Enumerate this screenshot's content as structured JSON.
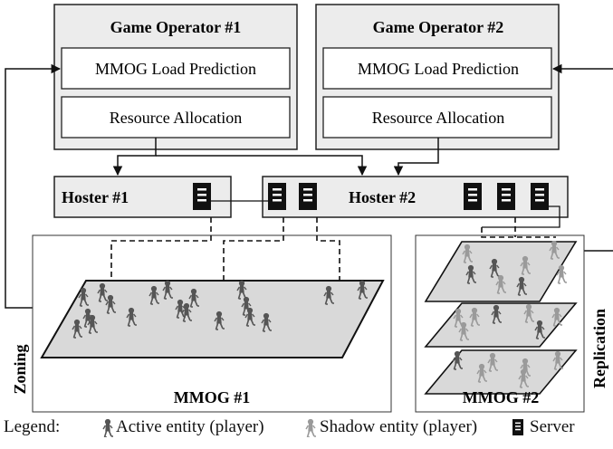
{
  "operators": [
    {
      "title": "Game Operator #1",
      "prediction": "MMOG Load Prediction",
      "allocation": "Resource Allocation"
    },
    {
      "title": "Game Operator #2",
      "prediction": "MMOG Load Prediction",
      "allocation": "Resource Allocation"
    }
  ],
  "hosters": [
    "Hoster #1",
    "Hoster #2"
  ],
  "mmogs": [
    {
      "label": "MMOG #1",
      "side_label": "Zoning"
    },
    {
      "label": "MMOG #2",
      "side_label": "Replication"
    }
  ],
  "legend": {
    "title": "Legend:",
    "active": "Active entity (player)",
    "shadow": "Shadow entity (player)",
    "server": "Server"
  },
  "colors": {
    "box_fill": "#ececec",
    "server_fill": "#111111",
    "active_entity": "#555555",
    "shadow_entity": "#9a9a9a",
    "plane_fill": "#d9d9d9"
  }
}
